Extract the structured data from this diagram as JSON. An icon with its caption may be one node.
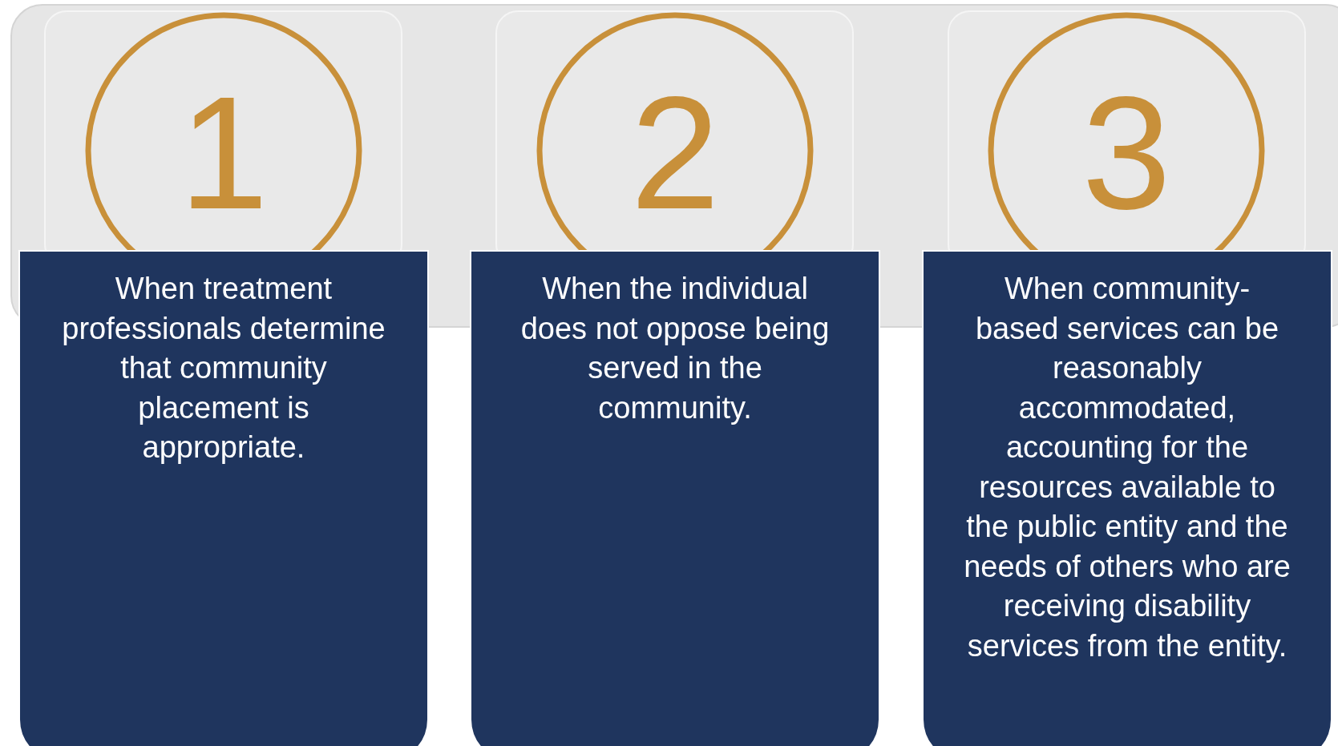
{
  "diagram": {
    "nodes": [
      {
        "text": [
          "1"
        ]
      },
      {
        "text": [
          "When treatment professionals determine that community placement is appropriate."
        ]
      },
      {
        "text": [
          "2"
        ]
      },
      {
        "text": [
          "When the individual does not oppose being served in the community."
        ]
      },
      {
        "text": [
          "3"
        ]
      },
      {
        "text": [
          "When community-based services can be reasonably accommodated, accounting for the resources available to the public entity and the needs of others who are receiving disability services from the entity."
        ]
      }
    ]
  }
}
